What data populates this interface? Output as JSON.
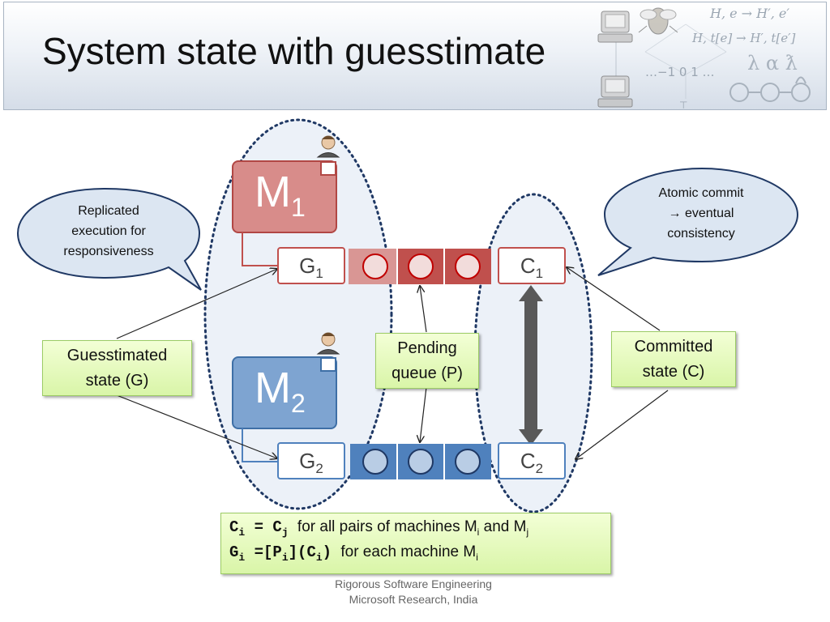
{
  "slide": {
    "title": "System state with guesstimate",
    "footer_line1": "Rigorous Software Engineering",
    "footer_line2": "Microsoft Research, India"
  },
  "header_decoration": {
    "math_line1": "H, e → H′, e′",
    "math_line2": "H, t[e] → H′, t[e′]",
    "math_line3": "…−1 0 1 …",
    "math_line4": "λ α ƛ",
    "bottom_symbol": "⊤",
    "icons": [
      "computer-icon",
      "bug-icon",
      "computer-icon",
      "state-machine-icon"
    ]
  },
  "callouts": {
    "replicated": [
      "Replicated",
      "execution for",
      "responsiveness"
    ],
    "atomic": [
      "Atomic commit",
      "→ eventual",
      "consistency"
    ]
  },
  "labels": {
    "guesstimated": [
      "Guesstimated",
      "state (G)"
    ],
    "pending": [
      "Pending",
      "queue (P)"
    ],
    "committed": [
      "Committed",
      "state (C)"
    ]
  },
  "machines": [
    {
      "letter": "M",
      "sub": "1",
      "color": "#c0504d"
    },
    {
      "letter": "M",
      "sub": "2",
      "color": "#4f81bd"
    }
  ],
  "nodes": {
    "g1": {
      "letter": "G",
      "sub": "1"
    },
    "g2": {
      "letter": "G",
      "sub": "2"
    },
    "c1": {
      "letter": "C",
      "sub": "1"
    },
    "c2": {
      "letter": "C",
      "sub": "2"
    }
  },
  "colors": {
    "red": "#c0504d",
    "red_light": "#d99694",
    "blue": "#4f81bd",
    "blue_light": "#b9cde5",
    "callout_fill": "#dce6f2",
    "callout_stroke": "#1f3864",
    "green_box": "#d9f5a8"
  },
  "formula": {
    "line1_code": "C",
    "line1_code_sub_i": "i",
    "line1_eq": " = C",
    "line1_code_sub_j": "j",
    "line1_text": "for all pairs of machines M",
    "line1_sub_i": "i",
    "line1_and": " and M",
    "line1_sub_j": "j",
    "line2_code_g": "G",
    "line2_sub_i": "i",
    "line2_code_mid": " =[P",
    "line2_sub_i2": "i",
    "line2_code_mid2": "](C",
    "line2_sub_i3": "i",
    "line2_code_end": ")",
    "line2_text": "for each machine M",
    "line2_sub_i4": "i"
  }
}
